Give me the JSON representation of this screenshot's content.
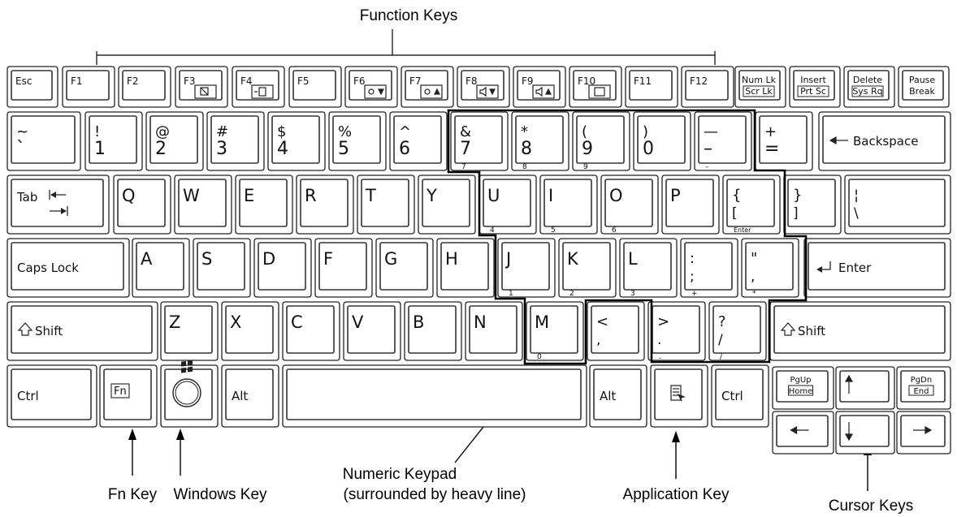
{
  "callouts": {
    "function_keys": "Function Keys",
    "fn_key": "Fn Key",
    "windows_key": "Windows Key",
    "numeric_keypad_line1": "Numeric Keypad",
    "numeric_keypad_line2": "(surrounded by heavy line)",
    "application_key": "Application Key",
    "cursor_keys": "Cursor Keys"
  },
  "rows": {
    "function_row": [
      {
        "id": "esc",
        "label": "Esc"
      },
      {
        "id": "f1",
        "label": "F1"
      },
      {
        "id": "f2",
        "label": "F2"
      },
      {
        "id": "f3",
        "label": "F3",
        "icon": "display-switch-icon"
      },
      {
        "id": "f4",
        "label": "F4",
        "icon": "battery-icon"
      },
      {
        "id": "f5",
        "label": "F5"
      },
      {
        "id": "f6",
        "label": "F6",
        "icon": "brightness-down-icon"
      },
      {
        "id": "f7",
        "label": "F7",
        "icon": "brightness-up-icon"
      },
      {
        "id": "f8",
        "label": "F8",
        "icon": "volume-down-icon"
      },
      {
        "id": "f9",
        "label": "F9",
        "icon": "volume-up-icon"
      },
      {
        "id": "f10",
        "label": "F10",
        "icon": "display-icon"
      },
      {
        "id": "f11",
        "label": "F11"
      },
      {
        "id": "f12",
        "label": "F12"
      },
      {
        "id": "numlk",
        "top": "Num Lk",
        "bottom": "Scr Lk"
      },
      {
        "id": "insert",
        "top": "Insert",
        "bottom": "Prt Sc"
      },
      {
        "id": "delete",
        "top": "Delete",
        "bottom": "Sys Rq"
      },
      {
        "id": "pause",
        "top": "Pause",
        "bottom": "Break"
      }
    ],
    "number_row": [
      {
        "id": "tilde",
        "top": "~",
        "bottom": "`"
      },
      {
        "id": "1",
        "top": "!",
        "bottom": "1"
      },
      {
        "id": "2",
        "top": "@",
        "bottom": "2"
      },
      {
        "id": "3",
        "top": "#",
        "bottom": "3"
      },
      {
        "id": "4",
        "top": "$",
        "bottom": "4"
      },
      {
        "id": "5",
        "top": "%",
        "bottom": "5"
      },
      {
        "id": "6",
        "top": "^",
        "bottom": "6"
      },
      {
        "id": "7",
        "top": "&",
        "bottom": "7",
        "keypad": "7"
      },
      {
        "id": "8",
        "top": "*",
        "bottom": "8",
        "keypad": "8"
      },
      {
        "id": "9",
        "top": "(",
        "bottom": "9",
        "keypad": "9"
      },
      {
        "id": "0",
        "top": ")",
        "bottom": "0"
      },
      {
        "id": "minus",
        "top": "—",
        "bottom": "–",
        "keypad": "–"
      },
      {
        "id": "equal",
        "top": "+",
        "bottom": "="
      },
      {
        "id": "backspace",
        "label": "Backspace"
      }
    ],
    "qwerty_row": [
      {
        "id": "tab",
        "label": "Tab"
      },
      {
        "id": "q",
        "label": "Q"
      },
      {
        "id": "w",
        "label": "W"
      },
      {
        "id": "e",
        "label": "E"
      },
      {
        "id": "r",
        "label": "R"
      },
      {
        "id": "t",
        "label": "T"
      },
      {
        "id": "y",
        "label": "Y"
      },
      {
        "id": "u",
        "label": "U",
        "keypad": "4"
      },
      {
        "id": "i",
        "label": "I",
        "keypad": "5"
      },
      {
        "id": "o",
        "label": "O",
        "keypad": "6"
      },
      {
        "id": "p",
        "label": "P"
      },
      {
        "id": "lbracket",
        "top": "{",
        "bottom": "[",
        "keypad": "Enter"
      },
      {
        "id": "rbracket",
        "top": "}",
        "bottom": "]"
      },
      {
        "id": "backslash",
        "top": "¦",
        "bottom": "\\"
      }
    ],
    "home_row": [
      {
        "id": "caps",
        "label": "Caps Lock"
      },
      {
        "id": "a",
        "label": "A"
      },
      {
        "id": "s",
        "label": "S"
      },
      {
        "id": "d",
        "label": "D"
      },
      {
        "id": "f",
        "label": "F"
      },
      {
        "id": "g",
        "label": "G"
      },
      {
        "id": "h",
        "label": "H"
      },
      {
        "id": "j",
        "label": "J",
        "keypad": "1"
      },
      {
        "id": "k",
        "label": "K",
        "keypad": "2"
      },
      {
        "id": "l",
        "label": "L",
        "keypad": "3"
      },
      {
        "id": "semicolon",
        "top": ":",
        "bottom": ";",
        "keypad": "+"
      },
      {
        "id": "quote",
        "top": "\"",
        "bottom": ",",
        "keypad": "*"
      },
      {
        "id": "enter",
        "label": "Enter"
      }
    ],
    "shift_row": [
      {
        "id": "lshift",
        "label": "Shift"
      },
      {
        "id": "z",
        "label": "Z"
      },
      {
        "id": "x",
        "label": "X"
      },
      {
        "id": "c",
        "label": "C"
      },
      {
        "id": "v",
        "label": "V"
      },
      {
        "id": "b",
        "label": "B"
      },
      {
        "id": "n",
        "label": "N"
      },
      {
        "id": "m",
        "label": "M",
        "keypad": "0"
      },
      {
        "id": "comma",
        "top": "<",
        "bottom": ","
      },
      {
        "id": "period",
        "top": ">",
        "bottom": ".",
        "keypad": "."
      },
      {
        "id": "slash",
        "top": "?",
        "bottom": "/",
        "keypad": "/"
      },
      {
        "id": "rshift",
        "label": "Shift"
      }
    ],
    "bottom_row": [
      {
        "id": "lctrl",
        "label": "Ctrl"
      },
      {
        "id": "fn",
        "label": "Fn"
      },
      {
        "id": "win",
        "icon": "windows-logo-icon"
      },
      {
        "id": "lalt",
        "label": "Alt"
      },
      {
        "id": "space",
        "label": ""
      },
      {
        "id": "ralt",
        "label": "Alt"
      },
      {
        "id": "app",
        "icon": "application-menu-icon"
      },
      {
        "id": "rctrl",
        "label": "Ctrl"
      }
    ],
    "cursor_keys": [
      {
        "id": "pgup",
        "top": "PgUp",
        "bottom": "Home"
      },
      {
        "id": "up",
        "icon": "arrow-up-icon"
      },
      {
        "id": "pgdn",
        "top": "PgDn",
        "bottom": "End"
      },
      {
        "id": "left",
        "icon": "arrow-left-icon"
      },
      {
        "id": "down",
        "icon": "arrow-down-icon"
      },
      {
        "id": "right",
        "icon": "arrow-right-icon"
      }
    ]
  }
}
